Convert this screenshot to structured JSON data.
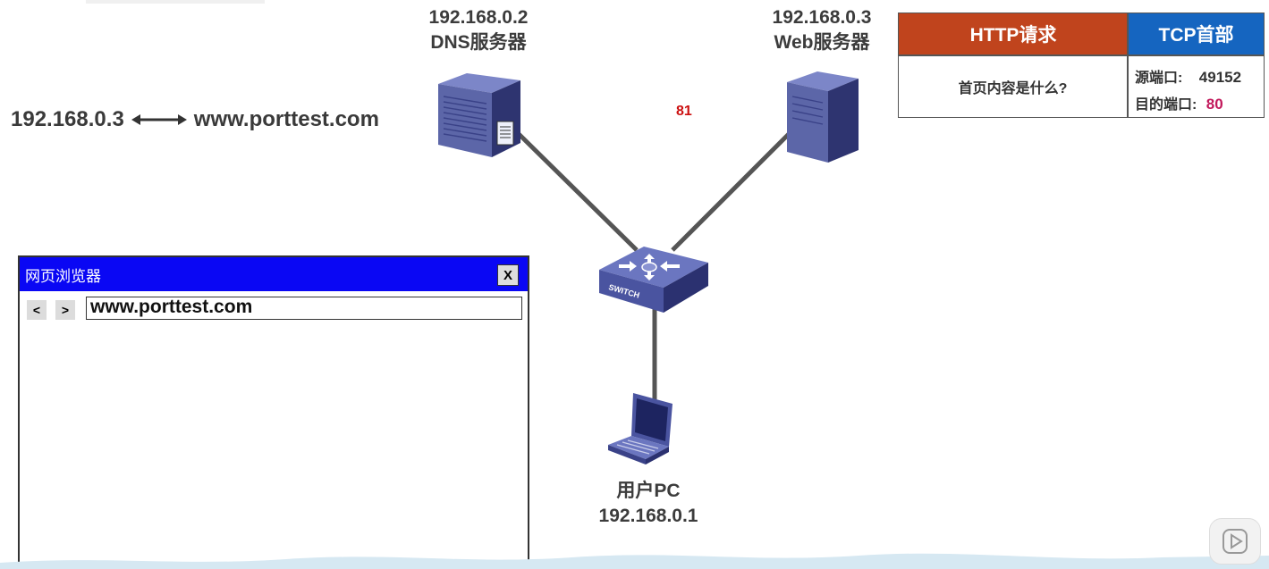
{
  "dns_server": {
    "ip": "192.168.0.2",
    "name": "DNS服务器"
  },
  "web_server": {
    "ip": "192.168.0.3",
    "name": "Web服务器"
  },
  "pc": {
    "name": "用户PC",
    "ip": "192.168.0.1"
  },
  "switch": {
    "label": "SWITCH"
  },
  "dns_mapping": {
    "ip": "192.168.0.3",
    "domain": "www.porttest.com"
  },
  "port_note": "81",
  "packet": {
    "http_header": "HTTP请求",
    "tcp_header": "TCP首部",
    "http_content": "首页内容是什么?",
    "src_port_label": "源端口:",
    "src_port_value": "49152",
    "dst_port_label": "目的端口:",
    "dst_port_value": "80"
  },
  "browser": {
    "title": "网页浏览器",
    "close_label": "X",
    "back_label": "<",
    "forward_label": ">",
    "url": "www.porttest.com"
  },
  "colors": {
    "http_header": "#c0441d",
    "tcp_header": "#1565c0",
    "browser_titlebar": "#0a07f4",
    "dst_port_value": "#c2185b",
    "port_note": "#cc1010"
  }
}
